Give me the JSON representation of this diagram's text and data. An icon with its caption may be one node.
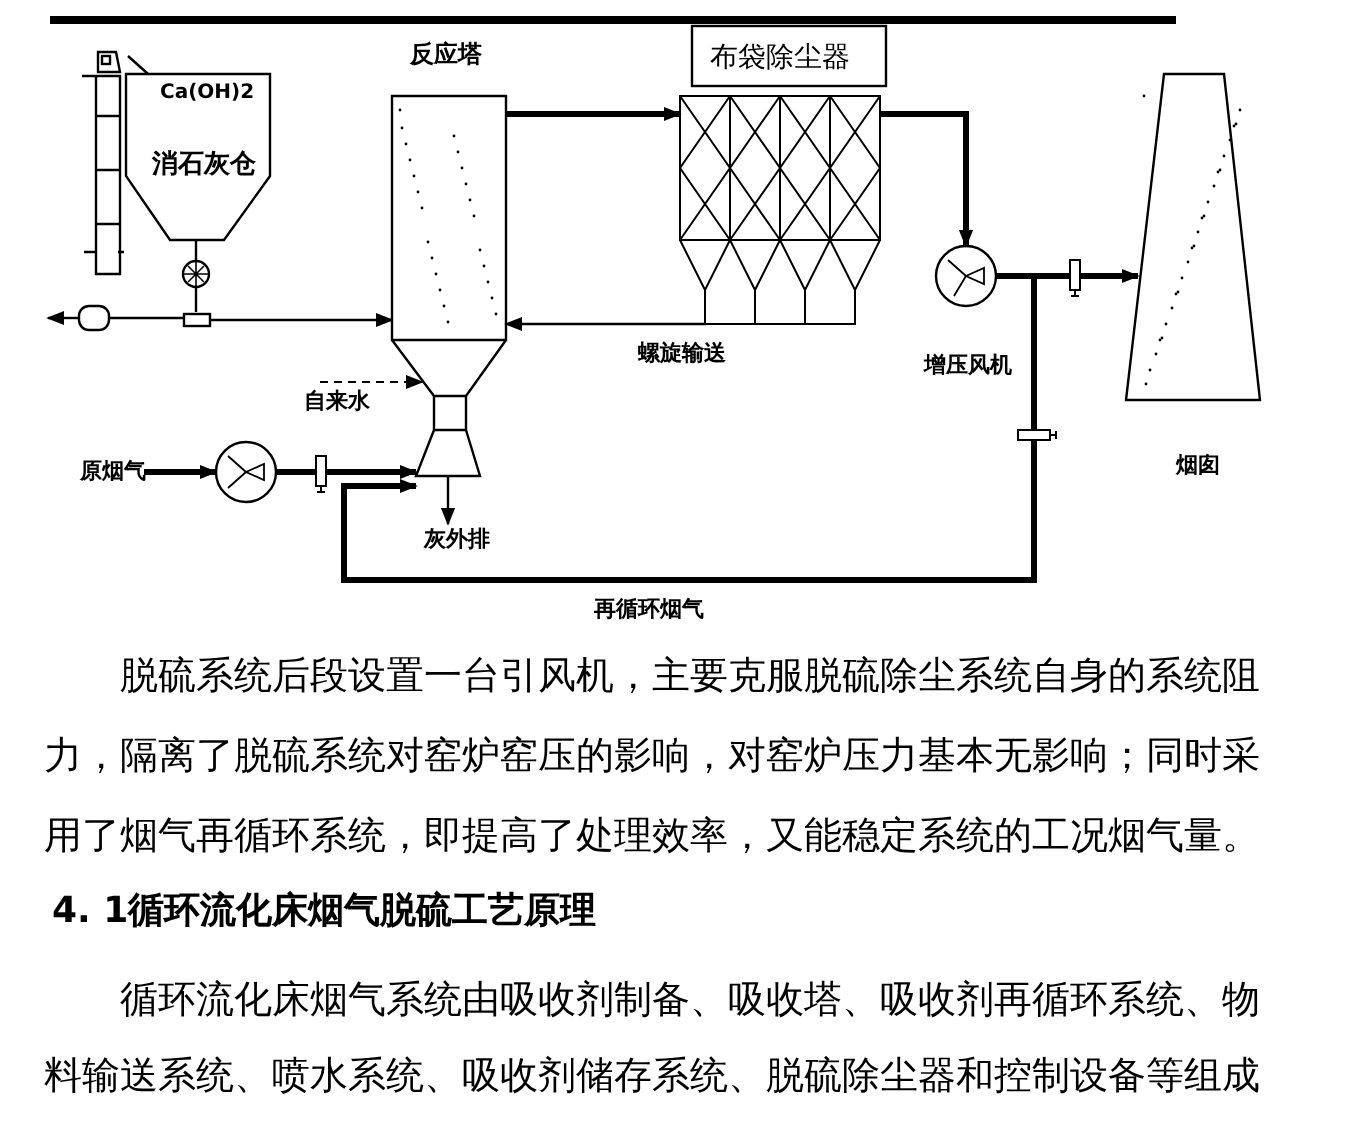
{
  "diagram": {
    "nodes": [
      {
        "text": [
          "Ca(OH)2",
          "消石灰仓"
        ]
      },
      {
        "text": [],
        "shape": "box"
      },
      {
        "text": [],
        "shape": "circle"
      },
      {
        "text": [],
        "shape": "box"
      },
      {
        "text": [],
        "shape": "box"
      },
      {
        "text": [
          "反应塔"
        ]
      },
      {
        "text": [
          "布袋除尘器"
        ]
      },
      {
        "text": [
          "增压风机"
        ]
      },
      {
        "text": [
          "烟囱"
        ]
      },
      {
        "text": [
          "原烟气"
        ]
      },
      {
        "text": [],
        "shape": "circle"
      },
      {
        "text": [
          "自来水"
        ]
      },
      {
        "text": [
          "灰外排"
        ]
      }
    ],
    "edges": [
      {
        "from": 1,
        "to": 0,
        "arrow": "none"
      },
      {
        "from": 0,
        "to": 2,
        "arrow": "none"
      },
      {
        "from": 2,
        "to": 4,
        "arrow": "none"
      },
      {
        "from": 3,
        "to": null,
        "arrow": "to"
      },
      {
        "from": 3,
        "to": 4,
        "arrow": "none"
      },
      {
        "from": 4,
        "to": 5,
        "arrow": "to"
      },
      {
        "from": 5,
        "to": 6,
        "arrow": "to",
        "style": "thick"
      },
      {
        "from": 6,
        "to": 7,
        "arrow": "to",
        "style": "thick"
      },
      {
        "from": 7,
        "to": 8,
        "arrow": "to",
        "style": "thick"
      },
      {
        "from": 6,
        "to": 5,
        "arrow": "to",
        "label": "螺旋输送"
      },
      {
        "from": 11,
        "to": 5,
        "arrow": "to",
        "style": "dashed"
      },
      {
        "from": 9,
        "to": 10,
        "arrow": "to",
        "style": "thick"
      },
      {
        "from": 10,
        "to": 5,
        "arrow": "to",
        "style": "thick"
      },
      {
        "from": 7,
        "to": 5,
        "arrow": "to",
        "style": "thick",
        "label": "再循环烟气"
      },
      {
        "from": 5,
        "to": 12,
        "arrow": "to"
      }
    ],
    "labels": [
      "脱硫系统后段设置一台引风机，主要克服脱硫除尘系统自身的系统阻力，隔离了脱硫系统对窑炉窑压的影响，对窑炉压力基本无影响；同时采用了烟气再循环系统，即提高了处理效率，又能稳定系统的工况烟气量。",
      "4. 1循环流化床烟气脱硫工艺原理",
      "循环流化床烟气系统由吸收剂制备、吸收塔、吸收剂再循环系统、物料输送系统、喷水系统、吸收剂储存系统、脱硫除尘器和控制设备等组成"
    ]
  }
}
